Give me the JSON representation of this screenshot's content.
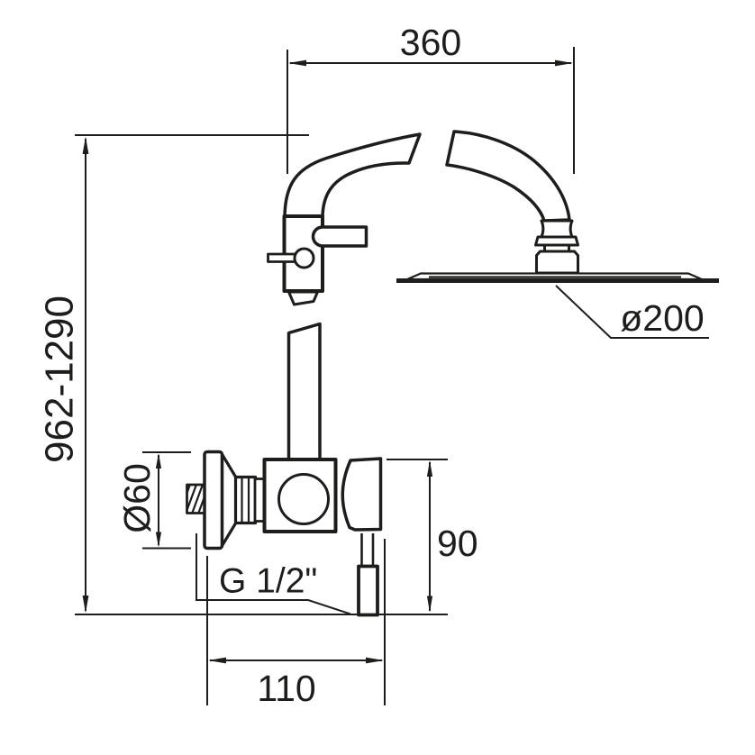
{
  "drawing": {
    "background_color": "#ffffff",
    "line_color": "#1d1d1b",
    "labels": {
      "arm_reach": "360",
      "mount_height": "962-1290",
      "escutcheon_diameter": "Ø60",
      "thread": "G 1/2\"",
      "handle_drop": "90",
      "connection_spacing": "110",
      "head_diameter": "ø200"
    }
  }
}
